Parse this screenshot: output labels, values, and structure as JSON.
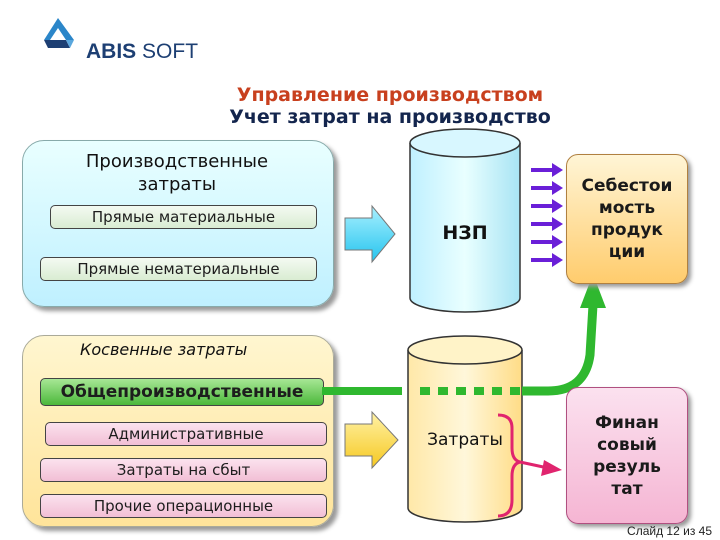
{
  "logo": {
    "brand": "ABIS",
    "suffix": " SOFT"
  },
  "header": {
    "title": "Управление производством",
    "subtitle": "Учет затрат на производство"
  },
  "direct_costs": {
    "title_line1": "Производственные",
    "title_line2": "затраты",
    "items": [
      "Прямые материальные",
      "Прямые нематериальные"
    ]
  },
  "indirect_costs": {
    "title": "Косвенные затраты",
    "items": [
      "Общепроизводственные",
      "Административные",
      "Затраты на сбыт",
      "Прочие операционные"
    ]
  },
  "wip_cylinder": {
    "label": "НЗП"
  },
  "expenses_cylinder": {
    "label": "Затраты"
  },
  "cost_box": {
    "lines": [
      "Себестои",
      "мость",
      "продук",
      "ции"
    ]
  },
  "fin_box": {
    "lines": [
      "Финан",
      "совый",
      "резуль",
      "тат"
    ]
  },
  "colors": {
    "accent_title": "#c8401e",
    "subtitle": "#13254d",
    "arrow_blue": "#4fd7ff",
    "arrow_green": "#2fb82f",
    "arrow_purple": "#6a1fd8",
    "brace_pink": "#e0246e"
  },
  "footer": {
    "slide": "Слайд 12 из 45"
  }
}
